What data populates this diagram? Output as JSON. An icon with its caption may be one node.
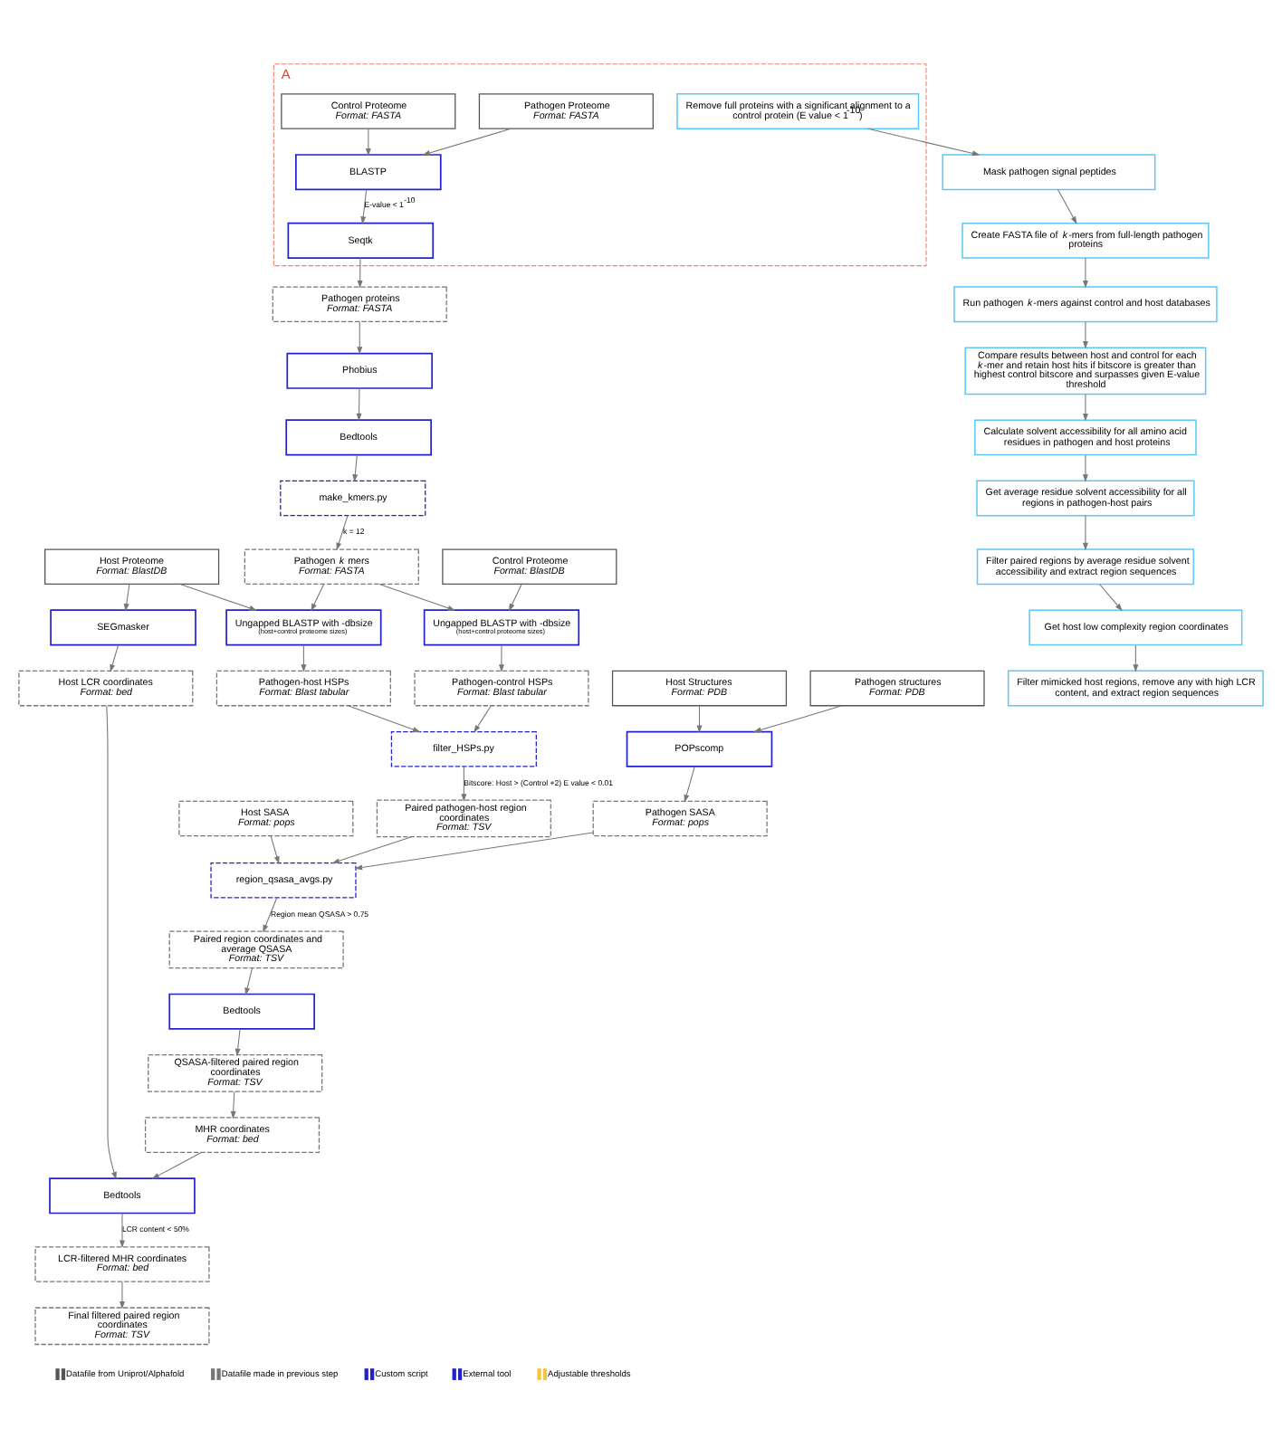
{
  "diagram": {
    "nodes": [
      {
        "text": [
          "A"
        ]
      },
      {
        "text": [
          "Pathogen Proteome",
          "Format: FASTA"
        ],
        "in": 0
      },
      {
        "text": [
          "Control Proteome",
          "Format: FASTA"
        ],
        "in": 0
      },
      {
        "text": [
          "BLASTP"
        ],
        "in": 0
      },
      {
        "text": [
          "Seqtk"
        ],
        "in": 0
      },
      {
        "text": [
          "Remove full proteins with a significant alignment to a control protein (E value < 1$^{-10}$)"
        ],
        "in": 0
      },
      {
        "text": [
          "Pathogen proteins",
          "Format: FASTA"
        ]
      },
      {
        "text": [
          "Phobius"
        ]
      },
      {
        "text": [
          "Bedtools"
        ]
      },
      {
        "text": [
          "make_kmers.py"
        ]
      },
      {
        "text": [
          "Control Proteome",
          "Format: BlastDB"
        ]
      },
      {
        "text": [
          "Host Proteome",
          "Format: BlastDB"
        ]
      },
      {
        "text": [
          "Pathogen *k* mers",
          "Format: FASTA"
        ]
      },
      {
        "text": [
          "Ungapped BLASTP with -dbsize",
          "(host+control proteome sizes)"
        ]
      },
      {
        "text": [
          "Ungapped BLASTP with -dbsize",
          "(host+control proteome sizes)"
        ]
      },
      {
        "text": [
          "Pathogen-control HSPs",
          "Format: Blast tabular"
        ]
      },
      {
        "text": [
          "Pathogen-host HSPs",
          "Format: Blast tabular"
        ]
      },
      {
        "text": [
          "filter_HSPs.py"
        ]
      },
      {
        "text": [
          "Pathogen structures",
          "Format: PDB"
        ]
      },
      {
        "text": [
          "Host Structures",
          "Format: PDB"
        ]
      },
      {
        "text": [
          "POPscomp"
        ]
      },
      {
        "text": [
          "Pathogen SASA",
          "Format: pops"
        ]
      },
      {
        "text": [
          "Host SASA",
          "Format: pops"
        ]
      },
      {
        "text": [
          "region_qsasa_avgs.py"
        ]
      },
      {
        "text": [
          "Paired pathogen-host region coordinates",
          "Format: TSV"
        ]
      },
      {
        "text": [
          "Paired region coordinates and average QSASA",
          "Format: TSV"
        ]
      },
      {
        "text": [
          "Bedtools"
        ]
      },
      {
        "text": [
          "SEGmasker"
        ]
      },
      {
        "text": [
          "Host LCR coordinates",
          "Format: bed"
        ]
      },
      {
        "text": [
          "QSASA-filtered paired region coordinates",
          "Format: TSV"
        ]
      },
      {
        "text": [
          "MHR coordinates",
          "Format: bed"
        ]
      },
      {
        "text": [
          "Bedtools"
        ]
      },
      {
        "text": [
          "LCR-filtered MHR coordinates",
          "Format: bed"
        ]
      },
      {
        "text": [
          "Final filtered paired region coordinates",
          "Format: TSV"
        ]
      },
      {
        "text": [
          "Mask pathogen signal peptides"
        ]
      },
      {
        "text": [
          "Create FASTA file of *k*-mers from full-length pathogen proteins"
        ]
      },
      {
        "text": [
          "Run pathogen *k*-mers against control and host databases"
        ]
      },
      {
        "text": [
          "Compare results between host and control for each *k*-mer and retain host hits if bitscore is greater than highest control bitscore and surpasses given E-value threshold"
        ]
      },
      {
        "text": [
          "Calculate solvent accessibility for all amino acid residues in pathogen and host proteins"
        ]
      },
      {
        "text": [
          "Get average residue solvent accessibility for all regions in pathogen-host pairs"
        ]
      },
      {
        "text": [
          "Filter paired regions by average residue solvent accessibility and extract region sequences"
        ]
      },
      {
        "text": [
          "Get host low complexity region coordinates"
        ]
      },
      {
        "text": [
          "Filter mimicked host regions, remove any with high LCR content, and extract region sequences"
        ]
      }
    ],
    "edges": [
      {
        "from": 1,
        "to": 3,
        "arrow": "to"
      },
      {
        "from": 2,
        "to": 3,
        "arrow": "to"
      },
      {
        "from": 3,
        "to": 4,
        "arrow": "to",
        "label": "E-value < 1$^{-10}$"
      },
      {
        "from": 4,
        "to": 6,
        "arrow": "to"
      },
      {
        "from": 6,
        "to": 7,
        "arrow": "to"
      },
      {
        "from": 7,
        "to": 8,
        "arrow": "to"
      },
      {
        "from": 8,
        "to": 9,
        "arrow": "to"
      },
      {
        "from": 9,
        "to": 12,
        "arrow": "to",
        "label": "k = 12"
      },
      {
        "from": 12,
        "to": 13,
        "arrow": "to"
      },
      {
        "from": 12,
        "to": 14,
        "arrow": "to"
      },
      {
        "from": 10,
        "to": 13,
        "arrow": "to"
      },
      {
        "from": 11,
        "to": 14,
        "arrow": "to"
      },
      {
        "from": 13,
        "to": 15,
        "arrow": "to"
      },
      {
        "from": 14,
        "to": 16,
        "arrow": "to"
      },
      {
        "from": 15,
        "to": 17,
        "arrow": "to"
      },
      {
        "from": 16,
        "to": 17,
        "arrow": "to"
      },
      {
        "from": 17,
        "to": 24,
        "arrow": "to",
        "label": "Bitscore: Host > (Control +2) E value < 0.01"
      },
      {
        "from": 18,
        "to": 20,
        "arrow": "to"
      },
      {
        "from": 19,
        "to": 20,
        "arrow": "to"
      },
      {
        "from": 20,
        "to": 21,
        "arrow": "to"
      },
      {
        "from": 21,
        "to": 23,
        "arrow": "to"
      },
      {
        "from": 22,
        "to": 23,
        "arrow": "to"
      },
      {
        "from": 24,
        "to": 23,
        "arrow": "to"
      },
      {
        "from": 23,
        "to": 25,
        "arrow": "to",
        "label": "Region mean QSASA > 0.75"
      },
      {
        "from": 25,
        "to": 26,
        "arrow": "to"
      },
      {
        "from": 26,
        "to": 29,
        "arrow": "to"
      },
      {
        "from": 11,
        "to": 27,
        "arrow": "to"
      },
      {
        "from": 27,
        "to": 28,
        "arrow": "to"
      },
      {
        "from": 28,
        "to": 31,
        "arrow": "to"
      },
      {
        "from": 29,
        "to": 30,
        "arrow": "to"
      },
      {
        "from": 30,
        "to": 31,
        "arrow": "to"
      },
      {
        "from": 31,
        "to": 32,
        "arrow": "to",
        "label": "LCR content < 50%"
      },
      {
        "from": 32,
        "to": 33,
        "arrow": "to"
      },
      {
        "from": 5,
        "to": 34,
        "arrow": "to"
      },
      {
        "from": 34,
        "to": 35,
        "arrow": "to"
      },
      {
        "from": 35,
        "to": 36,
        "arrow": "to"
      },
      {
        "from": 36,
        "to": 37,
        "arrow": "to"
      },
      {
        "from": 37,
        "to": 38,
        "arrow": "to"
      },
      {
        "from": 38,
        "to": 39,
        "arrow": "to"
      },
      {
        "from": 39,
        "to": 40,
        "arrow": "to"
      },
      {
        "from": 40,
        "to": 41,
        "arrow": "to"
      },
      {
        "from": 41,
        "to": 42,
        "arrow": "to"
      }
    ],
    "legend": [
      {
        "text": "Datafile from Uniprot/Alphafold"
      },
      {
        "text": "Datafile made in previous step"
      },
      {
        "text": "Custom script"
      },
      {
        "text": "External tool"
      },
      {
        "text": "Adjustable thresholds"
      }
    ]
  }
}
